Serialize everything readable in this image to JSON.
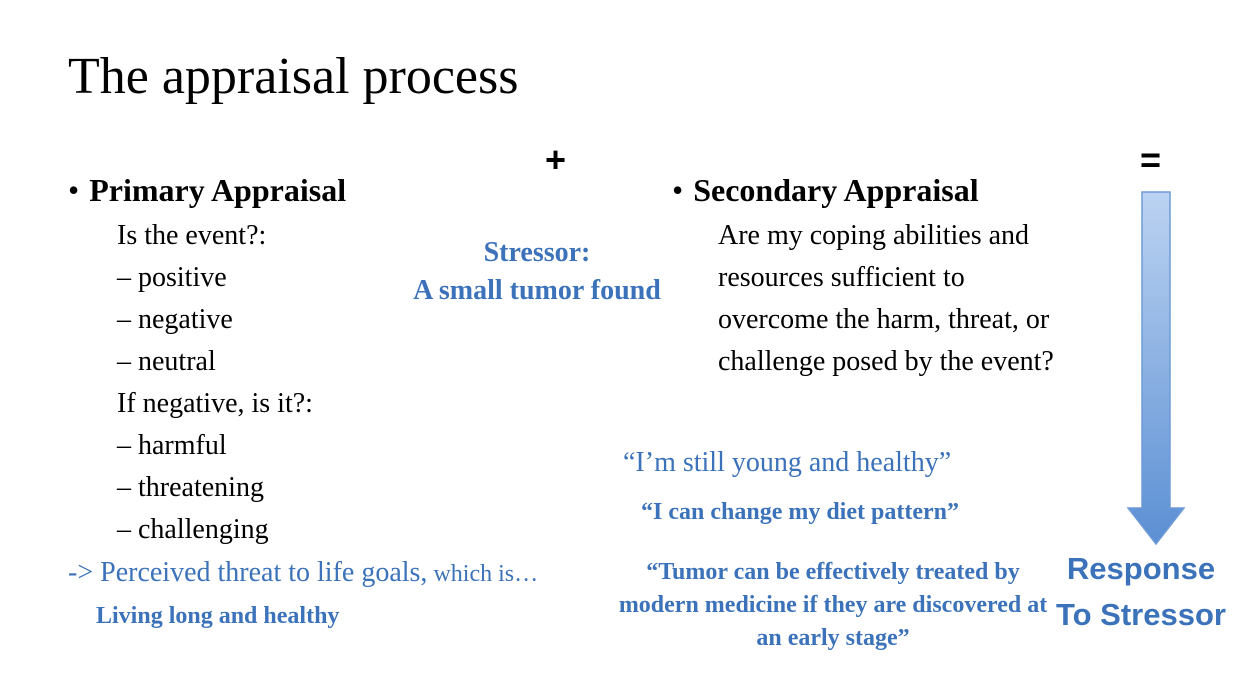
{
  "title": "The appraisal process",
  "operators": {
    "plus": "+",
    "equals": "="
  },
  "primary": {
    "bullet": "•",
    "heading": "Primary Appraisal",
    "lines": [
      "Is the event?:",
      "– positive",
      "– negative",
      "– neutral",
      "If negative, is it?:",
      "– harmful",
      "– threatening",
      "– challenging"
    ]
  },
  "stressor": {
    "label": "Stressor:",
    "text": "A small tumor found"
  },
  "secondary": {
    "bullet": "•",
    "heading": "Secondary Appraisal",
    "text": "Are my coping abilities and resources sufficient to overcome the harm, threat, or challenge posed by the event?"
  },
  "quotes": {
    "q1": "“I’m still young and healthy”",
    "q2": "“I can change my diet pattern”",
    "q3": "“Tumor can be effectively treated by modern medicine if they are discovered at an early stage”"
  },
  "perceived": {
    "main": "-> Perceived threat to life goals,",
    "tail": " which is…"
  },
  "goal": "Living long and healthy",
  "response": {
    "line1": "Response",
    "line2": "To Stressor"
  },
  "colors": {
    "accent": "#3b72b9",
    "arrow_top": "#bcd3f2",
    "arrow_bottom": "#5b8fd3"
  }
}
